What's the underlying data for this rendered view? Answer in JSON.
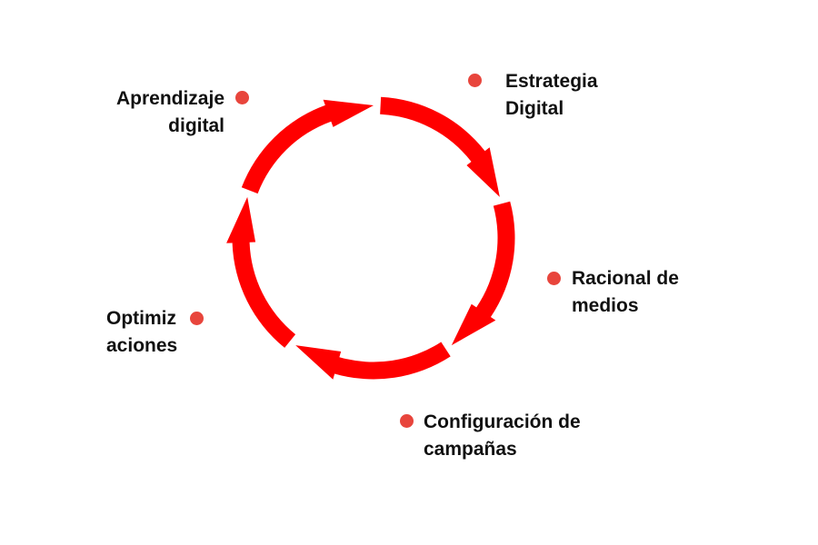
{
  "diagram": {
    "type": "cycle",
    "colors": {
      "arrow": "#ff0000",
      "bullet": "#e8453c",
      "text": "#111111"
    },
    "stages": [
      {
        "id": "estrategia",
        "lines": [
          "Estrategia",
          "Digital"
        ]
      },
      {
        "id": "racional",
        "lines": [
          "Racional de",
          "medios"
        ]
      },
      {
        "id": "configuracion",
        "lines": [
          "Configuración de",
          "campañas"
        ]
      },
      {
        "id": "optimizaciones",
        "lines": [
          "Optimiz",
          "aciones"
        ]
      },
      {
        "id": "aprendizaje",
        "lines": [
          "Aprendizaje",
          "digital"
        ]
      }
    ]
  }
}
